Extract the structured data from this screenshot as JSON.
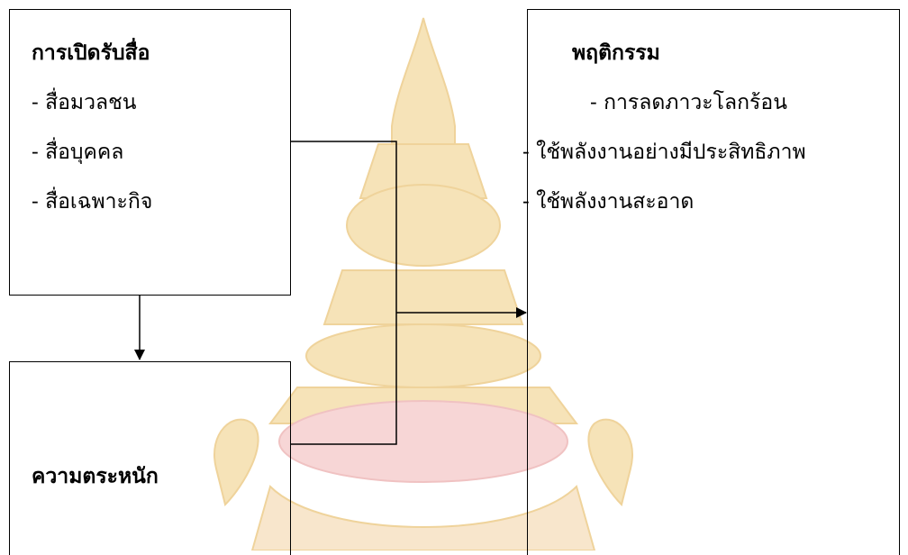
{
  "watermark": {
    "icon": "university-emblem-icon",
    "color": "#f1d49a",
    "accent": "#f2c7c7"
  },
  "media_box": {
    "title": "การเปิดรับสื่อ",
    "items": [
      "- สื่อมวลชน",
      "- สื่อบุคคล",
      "- สื่อเฉพาะกิจ"
    ]
  },
  "awareness_box": {
    "title": "ความตระหนัก"
  },
  "behavior_box": {
    "title": "พฤติกรรม",
    "items": [
      "- การลดภาวะโลกร้อน",
      "- ใช้พลังงานอย่างมีประสิทธิภาพ",
      "- ใช้พลังงานสะอาด"
    ]
  }
}
